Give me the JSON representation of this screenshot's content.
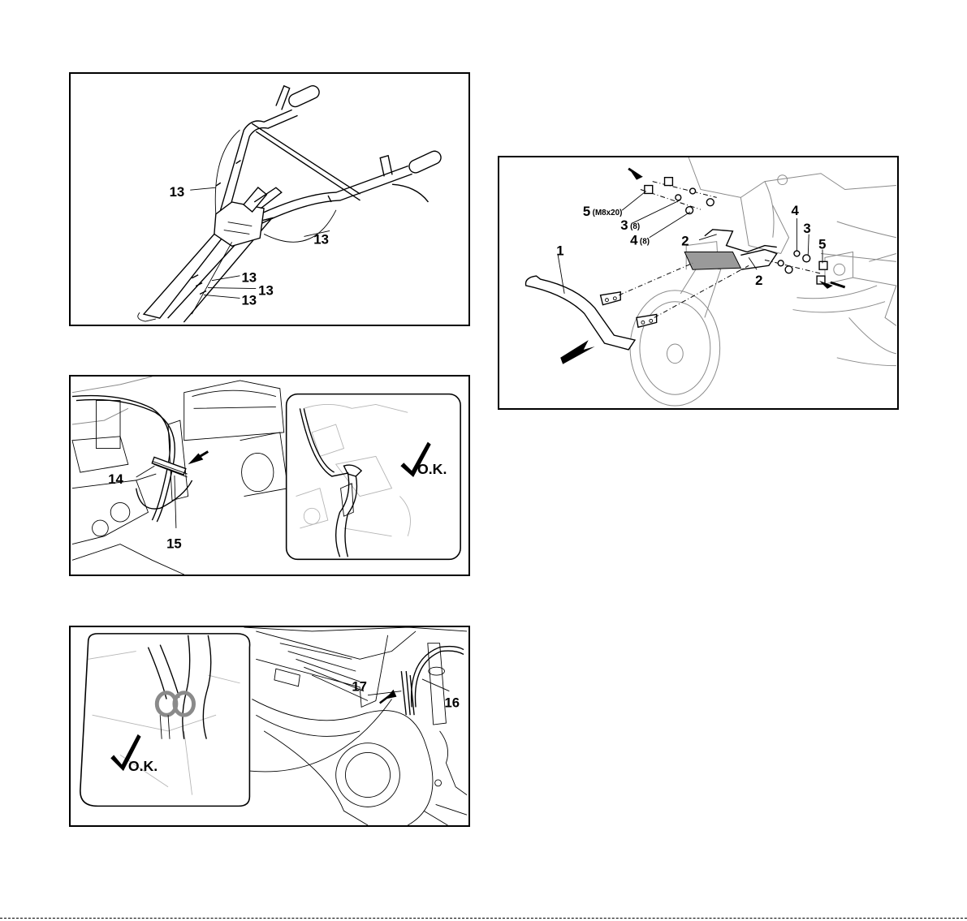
{
  "fig_handle": {
    "labels": {
      "a": "13",
      "b": "13",
      "c": "13",
      "d": "13",
      "e": "13"
    }
  },
  "fig_support": {
    "labels": {
      "n1": "1",
      "n2a": "2",
      "n2b": "2",
      "n3a": "3",
      "n3a_sub": "(8)",
      "n3b": "3",
      "n4a": "4",
      "n4a_sub": "(8)",
      "n4b": "4",
      "n5a": "5",
      "n5a_sub": "(M8x20)",
      "n5b": "5"
    }
  },
  "fig_cable_clip": {
    "labels": {
      "n14": "14",
      "n15": "15"
    },
    "ok_text": "O.K."
  },
  "fig_cable_route": {
    "labels": {
      "n16": "16",
      "n17": "17"
    },
    "ok_text": "O.K."
  }
}
